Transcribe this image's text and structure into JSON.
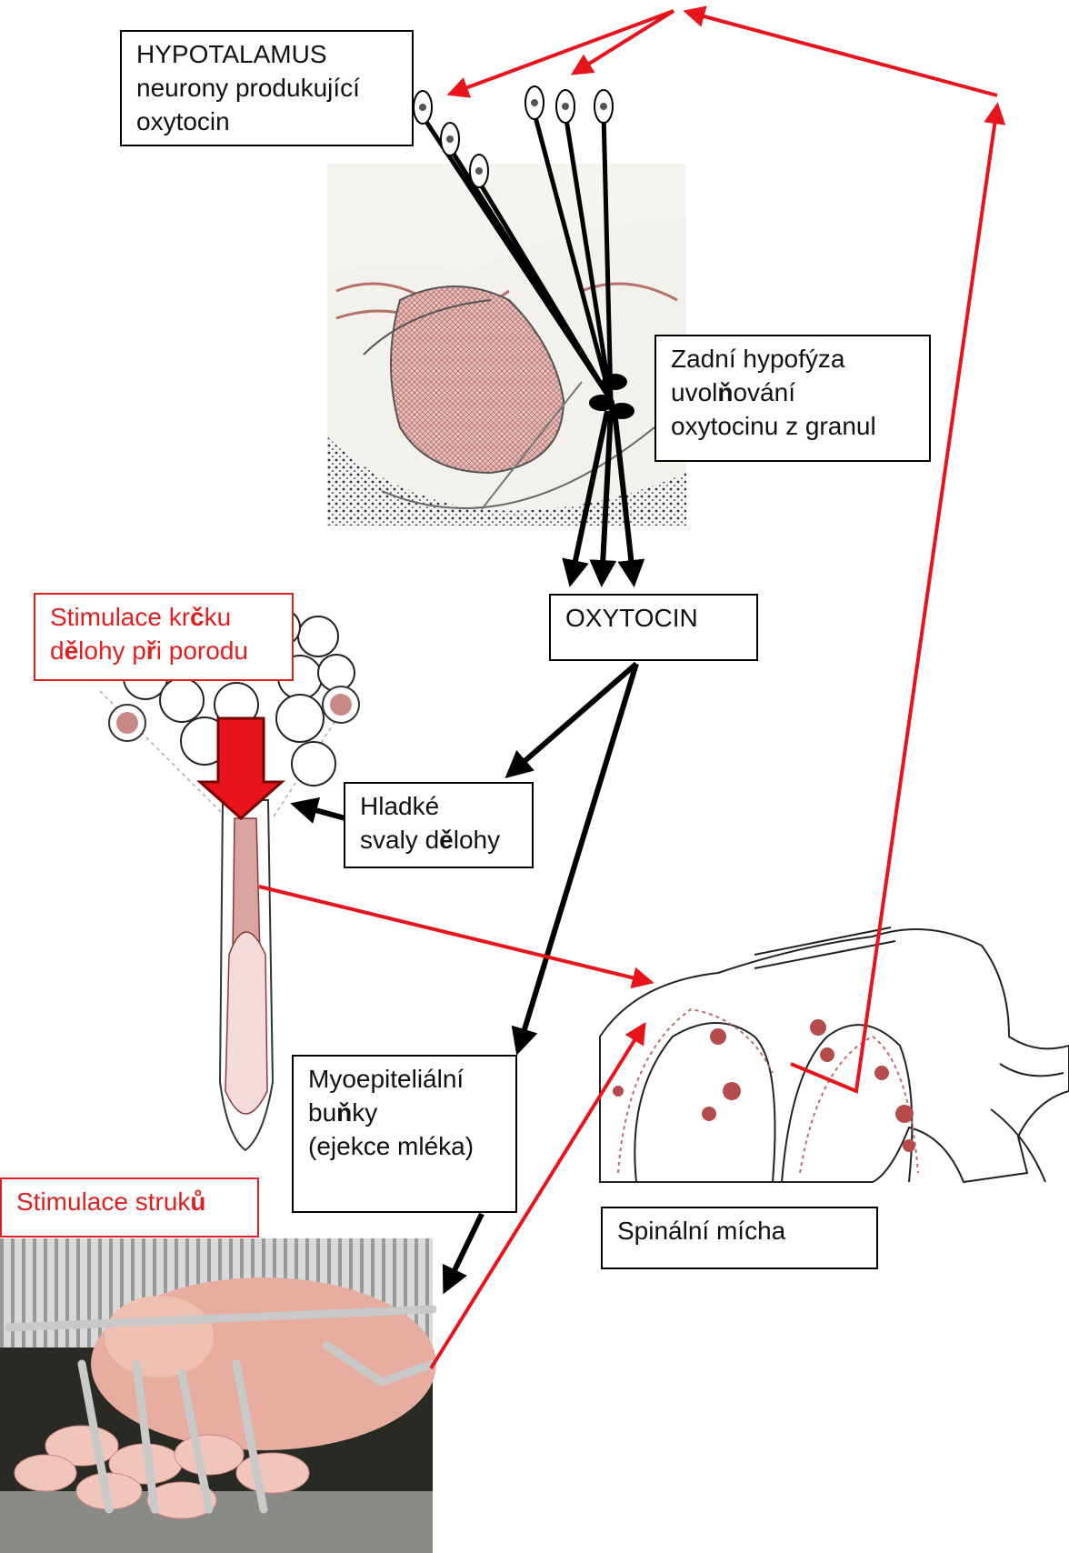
{
  "hypothalamus": {
    "lines": [
      "HYPOTALAMUS",
      "neurony produkující",
      "oxytocin"
    ]
  },
  "posterior_pituitary": {
    "lines": [
      {
        "segments": [
          {
            "t": "Zadní hypofýza"
          }
        ]
      },
      {
        "segments": [
          {
            "t": "uvol"
          },
          {
            "t": "ň",
            "b": true
          },
          {
            "t": "ování"
          }
        ]
      },
      {
        "segments": [
          {
            "t": "oxytocinu z granul"
          }
        ]
      }
    ]
  },
  "oxytocin": {
    "label": "OXYTOCIN"
  },
  "cervix_stimulation": {
    "lines": [
      {
        "segments": [
          {
            "t": "Stimulace kr"
          },
          {
            "t": "č",
            "b": true
          },
          {
            "t": "ku"
          }
        ]
      },
      {
        "segments": [
          {
            "t": "d"
          },
          {
            "t": "ě",
            "b": true
          },
          {
            "t": "lohy p"
          },
          {
            "t": "ř",
            "b": true
          },
          {
            "t": "i porodu"
          }
        ]
      }
    ]
  },
  "smooth_muscle": {
    "lines": [
      {
        "segments": [
          {
            "t": "Hladké"
          }
        ]
      },
      {
        "segments": [
          {
            "t": "svaly d"
          },
          {
            "t": "ě",
            "b": true
          },
          {
            "t": "lohy"
          }
        ]
      }
    ]
  },
  "myoepithelial": {
    "lines": [
      {
        "segments": [
          {
            "t": "Myoepiteliální"
          }
        ]
      },
      {
        "segments": [
          {
            "t": "bu"
          },
          {
            "t": "ň",
            "b": true
          },
          {
            "t": "ky"
          }
        ]
      },
      {
        "segments": [
          {
            "t": "(ejekce mléka)"
          }
        ]
      }
    ]
  },
  "teat_stimulation": {
    "lines": [
      {
        "segments": [
          {
            "t": "Stimulace struk"
          },
          {
            "t": "ů",
            "b": true
          }
        ]
      }
    ]
  },
  "spinal_cord": {
    "label": "Spinální mícha"
  },
  "colors": {
    "feedback_arrow": "#e8141c",
    "hormone_arrow": "#000000",
    "tissue_pink": "#c98a86",
    "tissue_dark": "#8a3a3a",
    "sow_pink": "#e7aea0"
  }
}
